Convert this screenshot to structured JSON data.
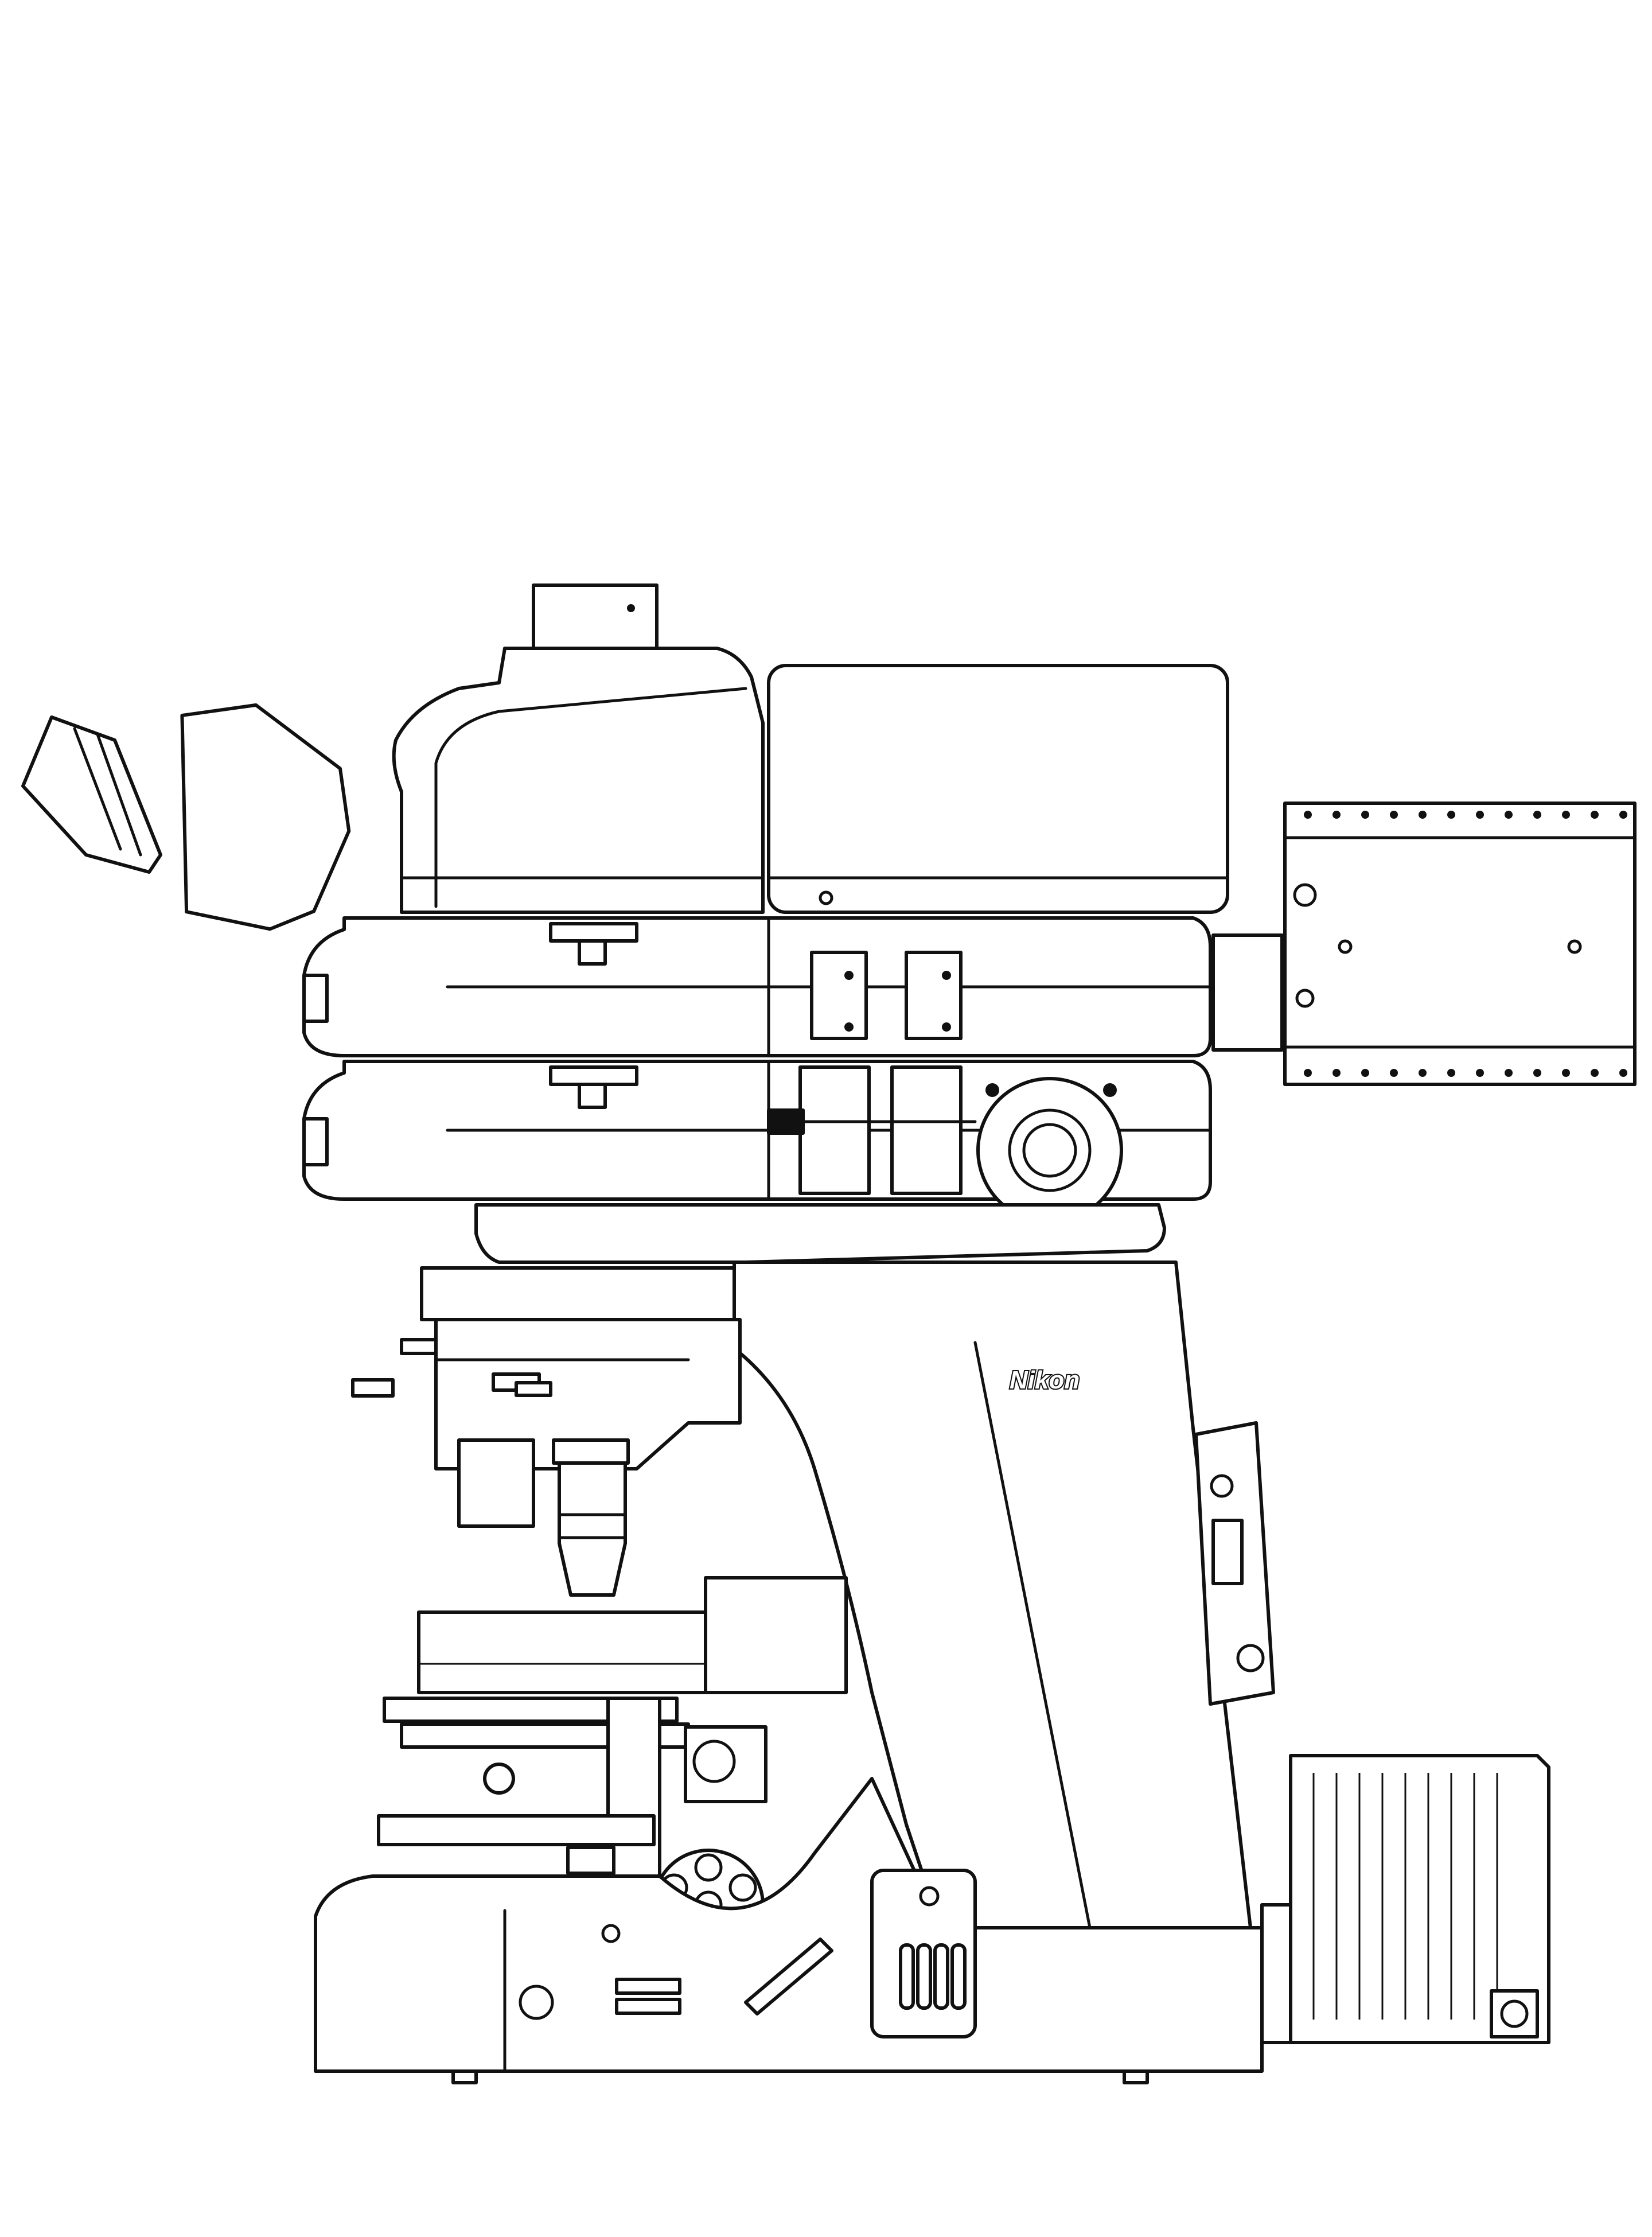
{
  "diagram": {
    "subject": "Microscope line drawing (side view)",
    "brand_label": "Nikon",
    "line_color": "#111111",
    "background_color": "#ffffff",
    "components": [
      {
        "id": "eyepiece-tube",
        "label": ""
      },
      {
        "id": "camera-port",
        "label": ""
      },
      {
        "id": "upper-module",
        "label": ""
      },
      {
        "id": "illuminator-module-1",
        "label": ""
      },
      {
        "id": "illuminator-module-2",
        "label": ""
      },
      {
        "id": "lamp-housing",
        "label": ""
      },
      {
        "id": "arm",
        "label": ""
      },
      {
        "id": "nosepiece",
        "label": ""
      },
      {
        "id": "objective",
        "label": ""
      },
      {
        "id": "stage",
        "label": ""
      },
      {
        "id": "condenser",
        "label": ""
      },
      {
        "id": "filter-turret",
        "label": ""
      },
      {
        "id": "base",
        "label": ""
      },
      {
        "id": "power-supply",
        "label": ""
      }
    ]
  }
}
